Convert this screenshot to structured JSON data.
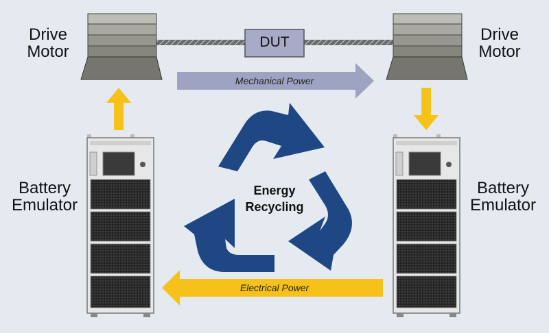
{
  "labels": {
    "drive_motor_left": [
      "Drive",
      "Motor"
    ],
    "drive_motor_right": [
      "Drive",
      "Motor"
    ],
    "battery_left": [
      "Battery",
      "Emulator"
    ],
    "battery_right": [
      "Battery",
      "Emulator"
    ],
    "dut": "DUT",
    "mechanical_power": "Mechanical Power",
    "electrical_power": "Electrical Power",
    "center": [
      "Energy",
      "Recycling"
    ]
  },
  "colors": {
    "background": "#e4eaf0",
    "yellow_arrow": "#f6c21a",
    "mech_arrow": "#9ea3c2",
    "recycle_blue": "#1f4784",
    "motor_top": "#b9b9b0",
    "motor_bottom": "#7a7a72",
    "cabinet": "#e7e7e7",
    "grille": "#2c2c2c",
    "dut_fill": "#a8abc8"
  },
  "icons": {
    "recycle": "recycle-arrows-icon",
    "motor": "motor-stack-icon",
    "cabinet": "battery-cabinet-icon"
  }
}
